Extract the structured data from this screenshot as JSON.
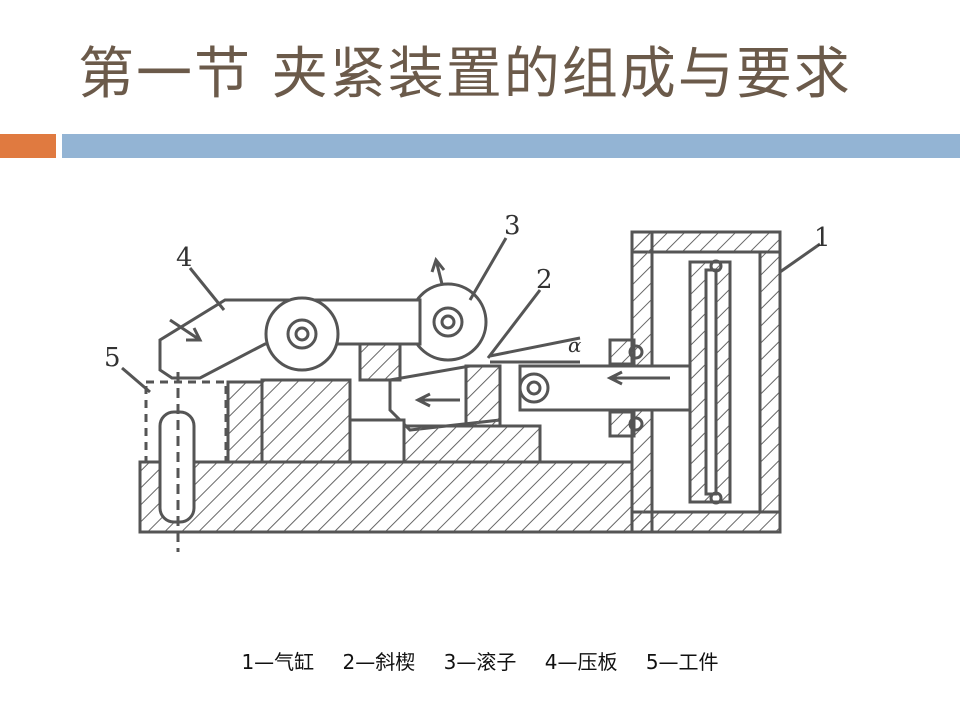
{
  "slide": {
    "title": "第一节  夹紧装置的组成与要求"
  },
  "figure": {
    "part_labels": [
      "1",
      "2",
      "3",
      "4",
      "5"
    ],
    "angle_label": "α"
  },
  "caption": {
    "items": [
      "1—气缸",
      "2—斜楔",
      "3—滚子",
      "4—压板",
      "5—工件"
    ]
  },
  "colors": {
    "title": "#6b5a4a",
    "accent_orange": "#e07a40",
    "accent_blue": "#93b4d4",
    "drawing": "#555555"
  }
}
